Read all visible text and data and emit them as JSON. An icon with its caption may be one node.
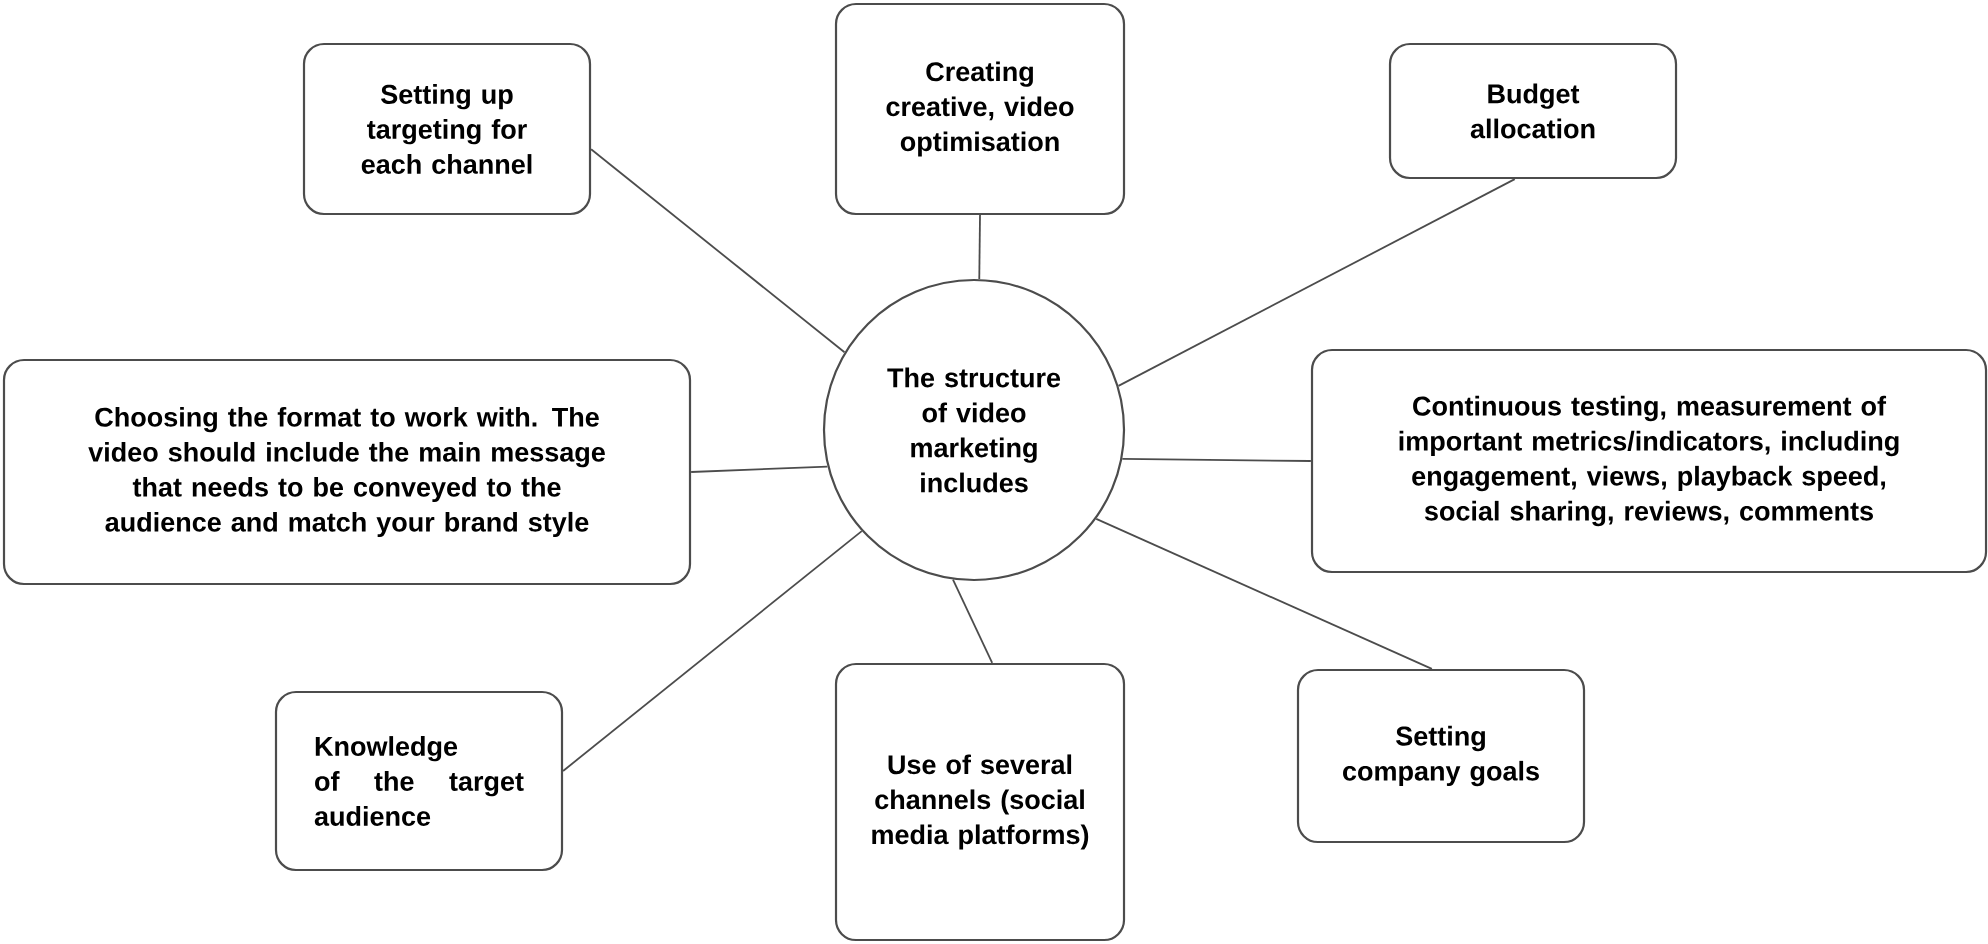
{
  "diagram": {
    "nodes": [
      {
        "text": [
          "Setting up targeting for each channel"
        ]
      },
      {
        "text": [
          "Creating creative, video optimisation"
        ]
      },
      {
        "text": [
          "Budget allocation"
        ]
      },
      {
        "text": [
          "Choosing the format to work with. The video should include the main message that needs to be conveyed to the audience and match your brand style"
        ]
      },
      {
        "text": [
          "The structure of video marketing includes"
        ]
      },
      {
        "text": [
          "Continuous testing, measurement of important metrics/indicators, including engagement, views, playback speed, social sharing, reviews, comments"
        ]
      },
      {
        "text": [
          "Knowledge of the target audience"
        ]
      },
      {
        "text": [
          "Use of several channels (social media platforms)"
        ]
      },
      {
        "text": [
          "Setting company goals"
        ]
      }
    ],
    "edges": [
      {
        "from": 4,
        "to": 0,
        "arrow": "none"
      },
      {
        "from": 4,
        "to": 1,
        "arrow": "none"
      },
      {
        "from": 4,
        "to": 2,
        "arrow": "none"
      },
      {
        "from": 4,
        "to": 3,
        "arrow": "none"
      },
      {
        "from": 4,
        "to": 5,
        "arrow": "none"
      },
      {
        "from": 4,
        "to": 6,
        "arrow": "none"
      },
      {
        "from": 4,
        "to": 7,
        "arrow": "none"
      },
      {
        "from": 4,
        "to": 8,
        "arrow": "none"
      }
    ]
  }
}
